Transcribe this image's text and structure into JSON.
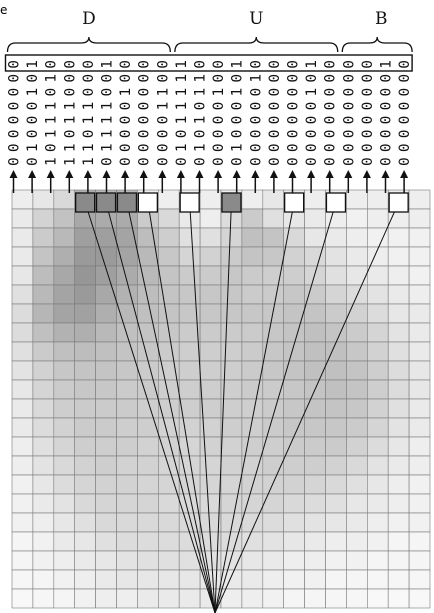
{
  "corner_text": "e",
  "segments": [
    {
      "label": "D",
      "start": 0,
      "end": 9
    },
    {
      "label": "U",
      "start": 9,
      "end": 18
    },
    {
      "label": "B",
      "start": 18,
      "end": 22
    }
  ],
  "codes": [
    "00000000",
    "01000101",
    "10111010",
    "11011000",
    "11011000",
    "01111001",
    "00000100",
    "00000000",
    "00001100",
    "01011111",
    "01010110",
    "00000100",
    "01000101",
    "00000010",
    "00000000",
    "00000000",
    "00000101",
    "00000000",
    "00000000",
    "00000000",
    "00000001",
    "00000000"
  ],
  "highlight_row": 0,
  "grid": {
    "rows": 22,
    "cols": 20,
    "intensity": [
      [
        0.1,
        0.14,
        0.22,
        0.45,
        0.4,
        0.4,
        0.1,
        0.1,
        0.1,
        0.1,
        0.1,
        0.1,
        0.14,
        0.12,
        0.1,
        0.1,
        0.1,
        0.1,
        0.1,
        0.1
      ],
      [
        0.12,
        0.25,
        0.35,
        0.5,
        0.48,
        0.48,
        0.3,
        0.22,
        0.12,
        0.1,
        0.2,
        0.3,
        0.18,
        0.14,
        0.12,
        0.1,
        0.08,
        0.1,
        0.1,
        0.1
      ],
      [
        0.12,
        0.3,
        0.4,
        0.55,
        0.55,
        0.52,
        0.38,
        0.28,
        0.18,
        0.18,
        0.24,
        0.36,
        0.34,
        0.22,
        0.14,
        0.12,
        0.1,
        0.08,
        0.08,
        0.08
      ],
      [
        0.12,
        0.34,
        0.46,
        0.58,
        0.58,
        0.52,
        0.4,
        0.32,
        0.24,
        0.26,
        0.3,
        0.34,
        0.32,
        0.26,
        0.22,
        0.16,
        0.12,
        0.1,
        0.08,
        0.08
      ],
      [
        0.14,
        0.38,
        0.5,
        0.6,
        0.55,
        0.48,
        0.4,
        0.34,
        0.3,
        0.3,
        0.32,
        0.3,
        0.28,
        0.28,
        0.24,
        0.18,
        0.14,
        0.12,
        0.1,
        0.08
      ],
      [
        0.18,
        0.4,
        0.52,
        0.58,
        0.5,
        0.44,
        0.38,
        0.34,
        0.32,
        0.32,
        0.32,
        0.3,
        0.3,
        0.32,
        0.3,
        0.24,
        0.2,
        0.16,
        0.12,
        0.1
      ],
      [
        0.2,
        0.42,
        0.52,
        0.54,
        0.46,
        0.4,
        0.36,
        0.34,
        0.32,
        0.32,
        0.32,
        0.32,
        0.32,
        0.34,
        0.34,
        0.3,
        0.26,
        0.2,
        0.14,
        0.12
      ],
      [
        0.2,
        0.36,
        0.44,
        0.46,
        0.4,
        0.36,
        0.34,
        0.32,
        0.3,
        0.3,
        0.3,
        0.3,
        0.32,
        0.34,
        0.36,
        0.34,
        0.3,
        0.24,
        0.16,
        0.12
      ],
      [
        0.18,
        0.3,
        0.36,
        0.38,
        0.36,
        0.34,
        0.32,
        0.3,
        0.28,
        0.28,
        0.28,
        0.3,
        0.32,
        0.34,
        0.36,
        0.36,
        0.32,
        0.26,
        0.18,
        0.12
      ],
      [
        0.16,
        0.26,
        0.32,
        0.34,
        0.34,
        0.32,
        0.3,
        0.28,
        0.28,
        0.28,
        0.28,
        0.3,
        0.32,
        0.34,
        0.36,
        0.36,
        0.34,
        0.28,
        0.2,
        0.14
      ],
      [
        0.14,
        0.24,
        0.3,
        0.32,
        0.32,
        0.3,
        0.3,
        0.28,
        0.28,
        0.28,
        0.28,
        0.3,
        0.3,
        0.32,
        0.34,
        0.36,
        0.34,
        0.28,
        0.2,
        0.14
      ],
      [
        0.12,
        0.22,
        0.28,
        0.3,
        0.3,
        0.3,
        0.28,
        0.28,
        0.28,
        0.28,
        0.28,
        0.28,
        0.3,
        0.32,
        0.34,
        0.34,
        0.32,
        0.26,
        0.18,
        0.12
      ],
      [
        0.12,
        0.2,
        0.26,
        0.3,
        0.3,
        0.28,
        0.28,
        0.26,
        0.26,
        0.26,
        0.28,
        0.28,
        0.3,
        0.32,
        0.32,
        0.32,
        0.3,
        0.24,
        0.16,
        0.12
      ],
      [
        0.1,
        0.18,
        0.24,
        0.28,
        0.28,
        0.28,
        0.26,
        0.26,
        0.24,
        0.26,
        0.26,
        0.28,
        0.28,
        0.3,
        0.3,
        0.3,
        0.26,
        0.2,
        0.14,
        0.1
      ],
      [
        0.1,
        0.16,
        0.22,
        0.26,
        0.28,
        0.26,
        0.26,
        0.24,
        0.24,
        0.24,
        0.26,
        0.26,
        0.28,
        0.28,
        0.28,
        0.26,
        0.22,
        0.16,
        0.12,
        0.1
      ],
      [
        0.08,
        0.14,
        0.2,
        0.24,
        0.26,
        0.26,
        0.24,
        0.24,
        0.24,
        0.24,
        0.24,
        0.26,
        0.26,
        0.26,
        0.24,
        0.22,
        0.18,
        0.14,
        0.1,
        0.08
      ],
      [
        0.08,
        0.12,
        0.16,
        0.22,
        0.24,
        0.24,
        0.24,
        0.22,
        0.22,
        0.22,
        0.24,
        0.24,
        0.24,
        0.22,
        0.2,
        0.18,
        0.14,
        0.12,
        0.1,
        0.08
      ],
      [
        0.08,
        0.1,
        0.14,
        0.18,
        0.22,
        0.22,
        0.22,
        0.22,
        0.22,
        0.22,
        0.22,
        0.22,
        0.2,
        0.18,
        0.16,
        0.14,
        0.12,
        0.1,
        0.08,
        0.08
      ],
      [
        0.06,
        0.08,
        0.12,
        0.14,
        0.18,
        0.2,
        0.2,
        0.2,
        0.2,
        0.2,
        0.2,
        0.18,
        0.16,
        0.14,
        0.12,
        0.1,
        0.1,
        0.08,
        0.06,
        0.06
      ],
      [
        0.06,
        0.08,
        0.1,
        0.12,
        0.14,
        0.16,
        0.18,
        0.18,
        0.18,
        0.18,
        0.16,
        0.14,
        0.12,
        0.1,
        0.1,
        0.08,
        0.08,
        0.06,
        0.06,
        0.06
      ],
      [
        0.05,
        0.06,
        0.08,
        0.1,
        0.12,
        0.14,
        0.14,
        0.14,
        0.14,
        0.14,
        0.12,
        0.12,
        0.1,
        0.08,
        0.08,
        0.06,
        0.06,
        0.05,
        0.05,
        0.05
      ],
      [
        0.04,
        0.05,
        0.06,
        0.08,
        0.1,
        0.1,
        0.12,
        0.12,
        0.12,
        0.12,
        0.1,
        0.1,
        0.08,
        0.06,
        0.06,
        0.05,
        0.05,
        0.04,
        0.04,
        0.04
      ]
    ]
  },
  "sample_cols": [
    3,
    4,
    5,
    6,
    8,
    10,
    13,
    15,
    18
  ],
  "dark_sample_cols": [
    3,
    4,
    5,
    10
  ],
  "colors": {
    "ink": "#111111",
    "grid_line": "#7a7a7a",
    "cell_base": "#ffffff",
    "cell_dark": "#555555"
  }
}
